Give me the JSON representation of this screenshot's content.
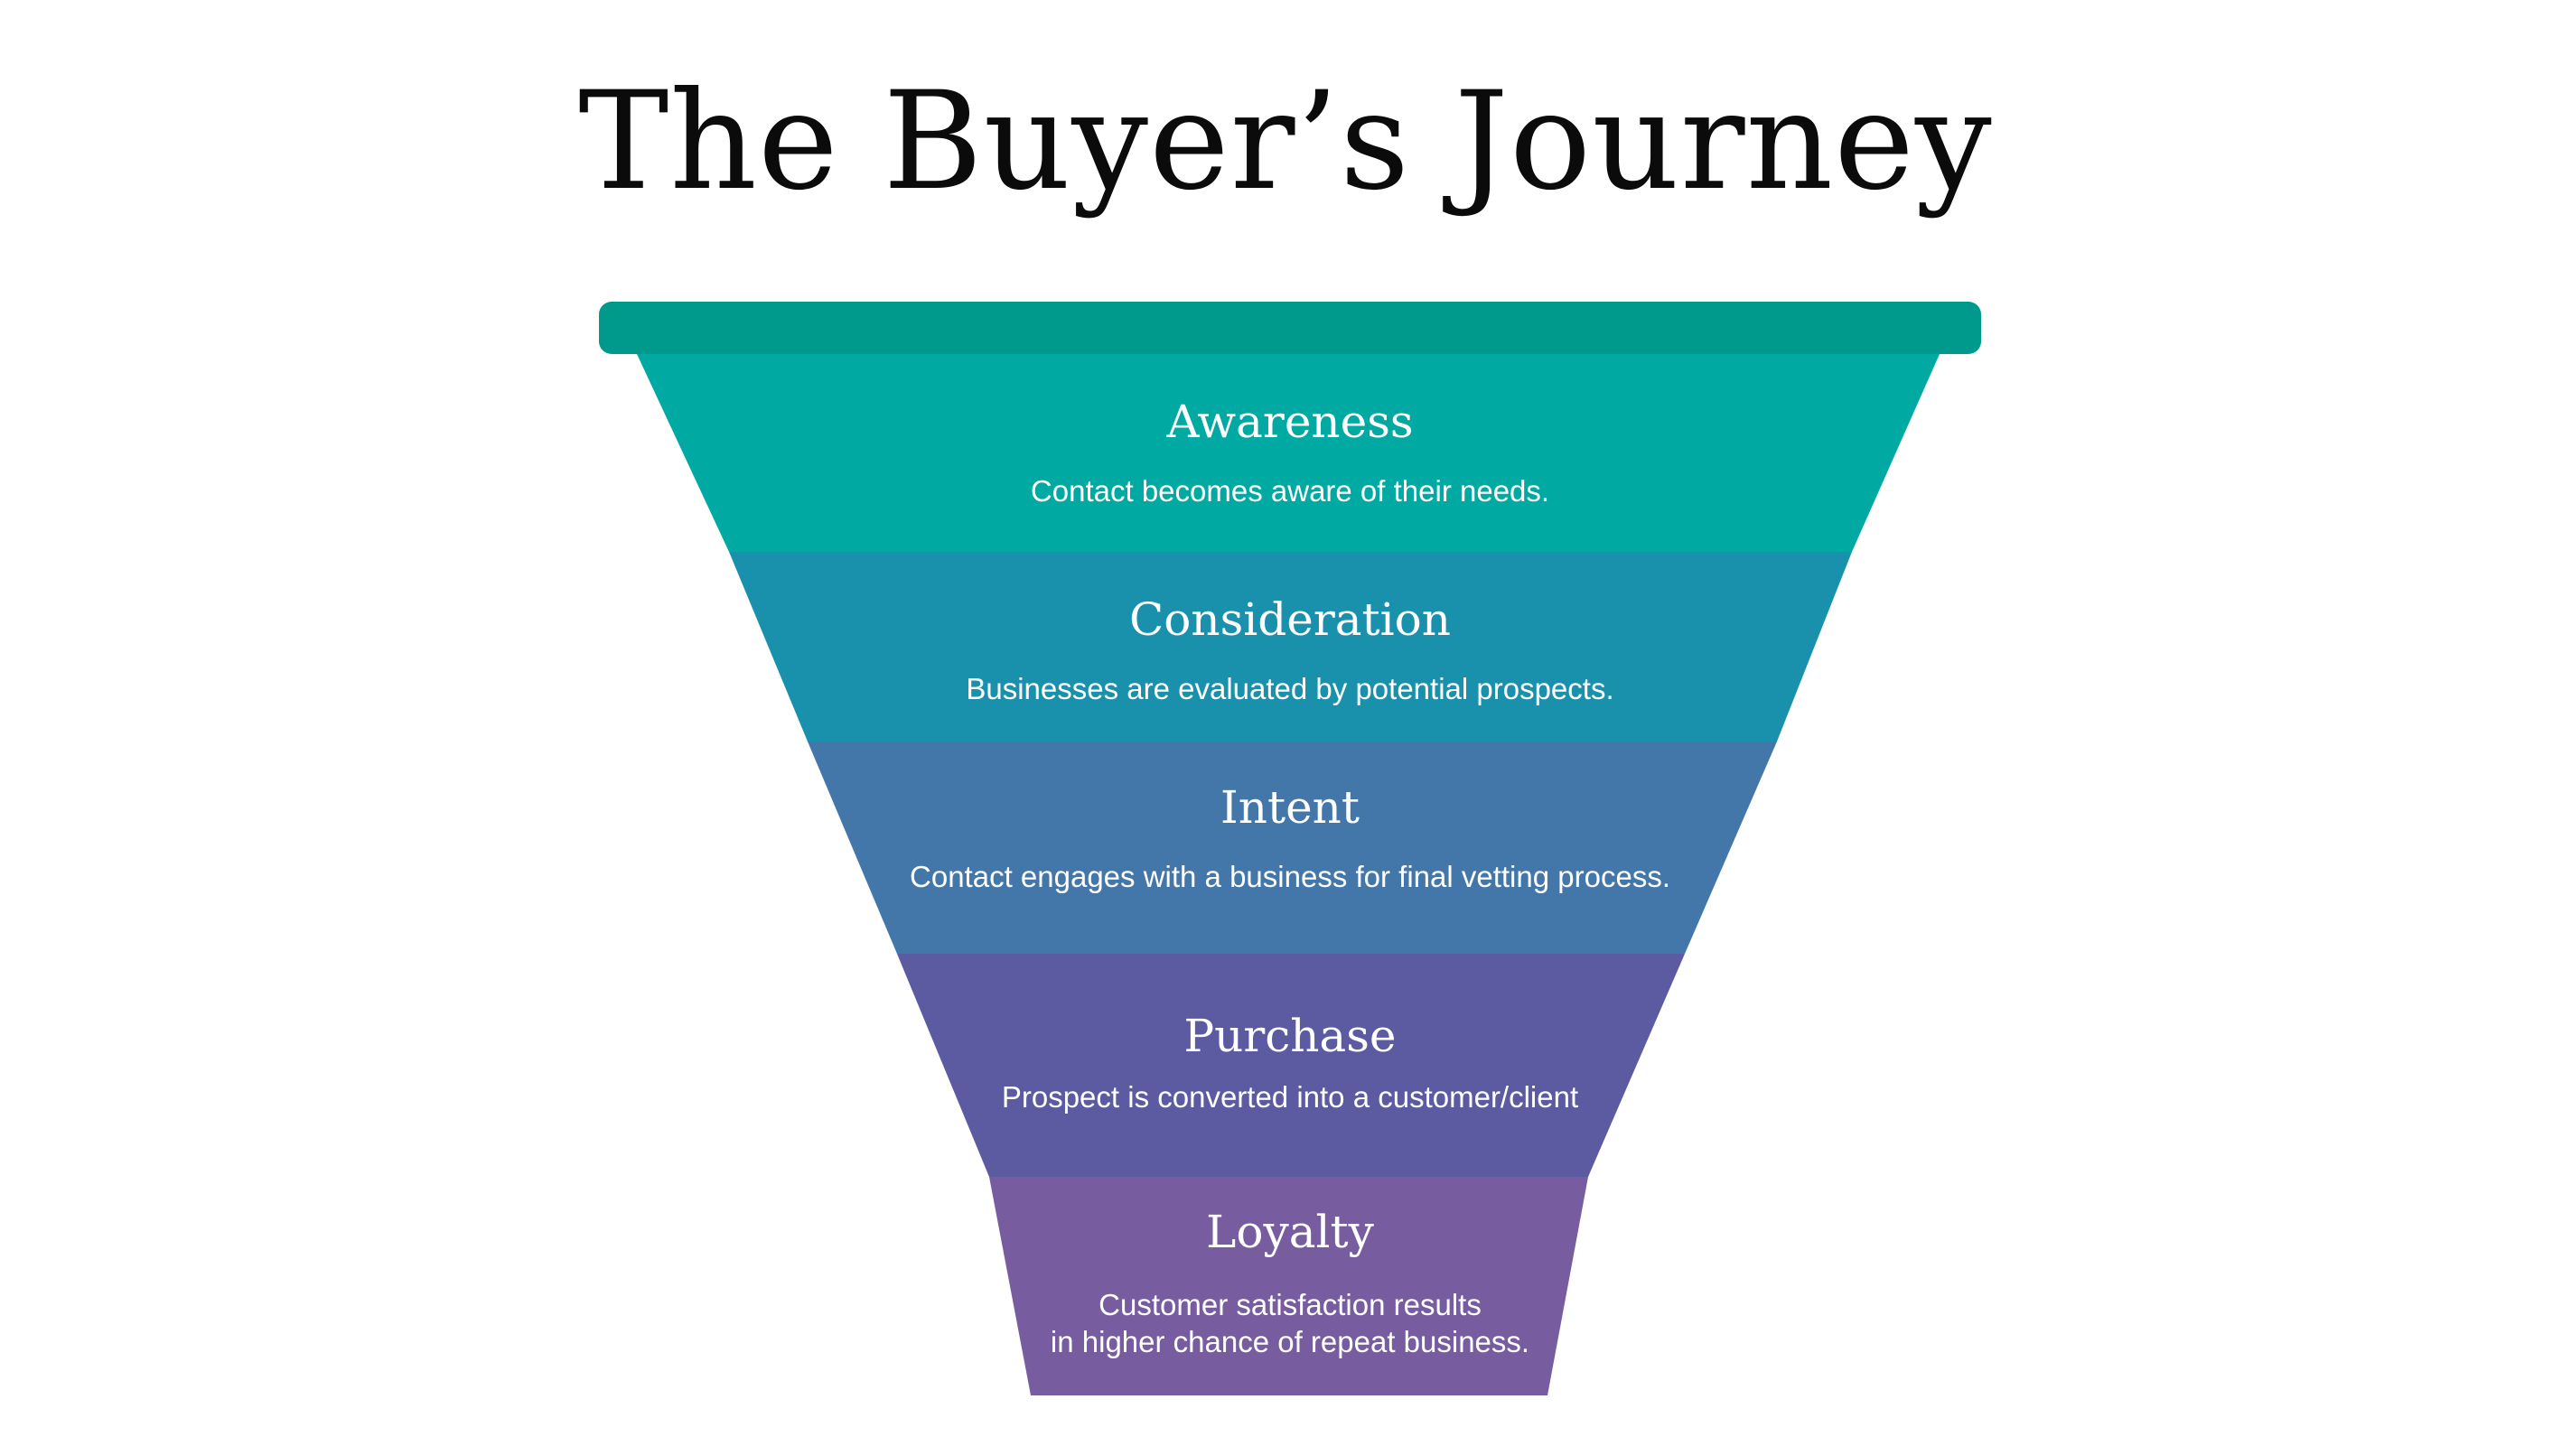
{
  "title": "The Buyer’s Journey",
  "colors": {
    "rim": "#009A8C",
    "awareness": "#00A9A1",
    "consideration": "#1A91AC",
    "intent": "#4377AA",
    "purchase": "#5C5AA1",
    "loyalty": "#775C9F"
  },
  "stages": [
    {
      "name": "Awareness",
      "description": [
        "Contact becomes aware of their needs."
      ]
    },
    {
      "name": "Consideration",
      "description": [
        "Businesses are evaluated by potential prospects."
      ]
    },
    {
      "name": "Intent",
      "description": [
        "Contact engages with a business for final vetting process."
      ]
    },
    {
      "name": "Purchase",
      "description": [
        "Prospect is converted into a customer/client"
      ]
    },
    {
      "name": "Loyalty",
      "description": [
        "Customer satisfaction results",
        "in higher chance of repeat business."
      ]
    }
  ]
}
